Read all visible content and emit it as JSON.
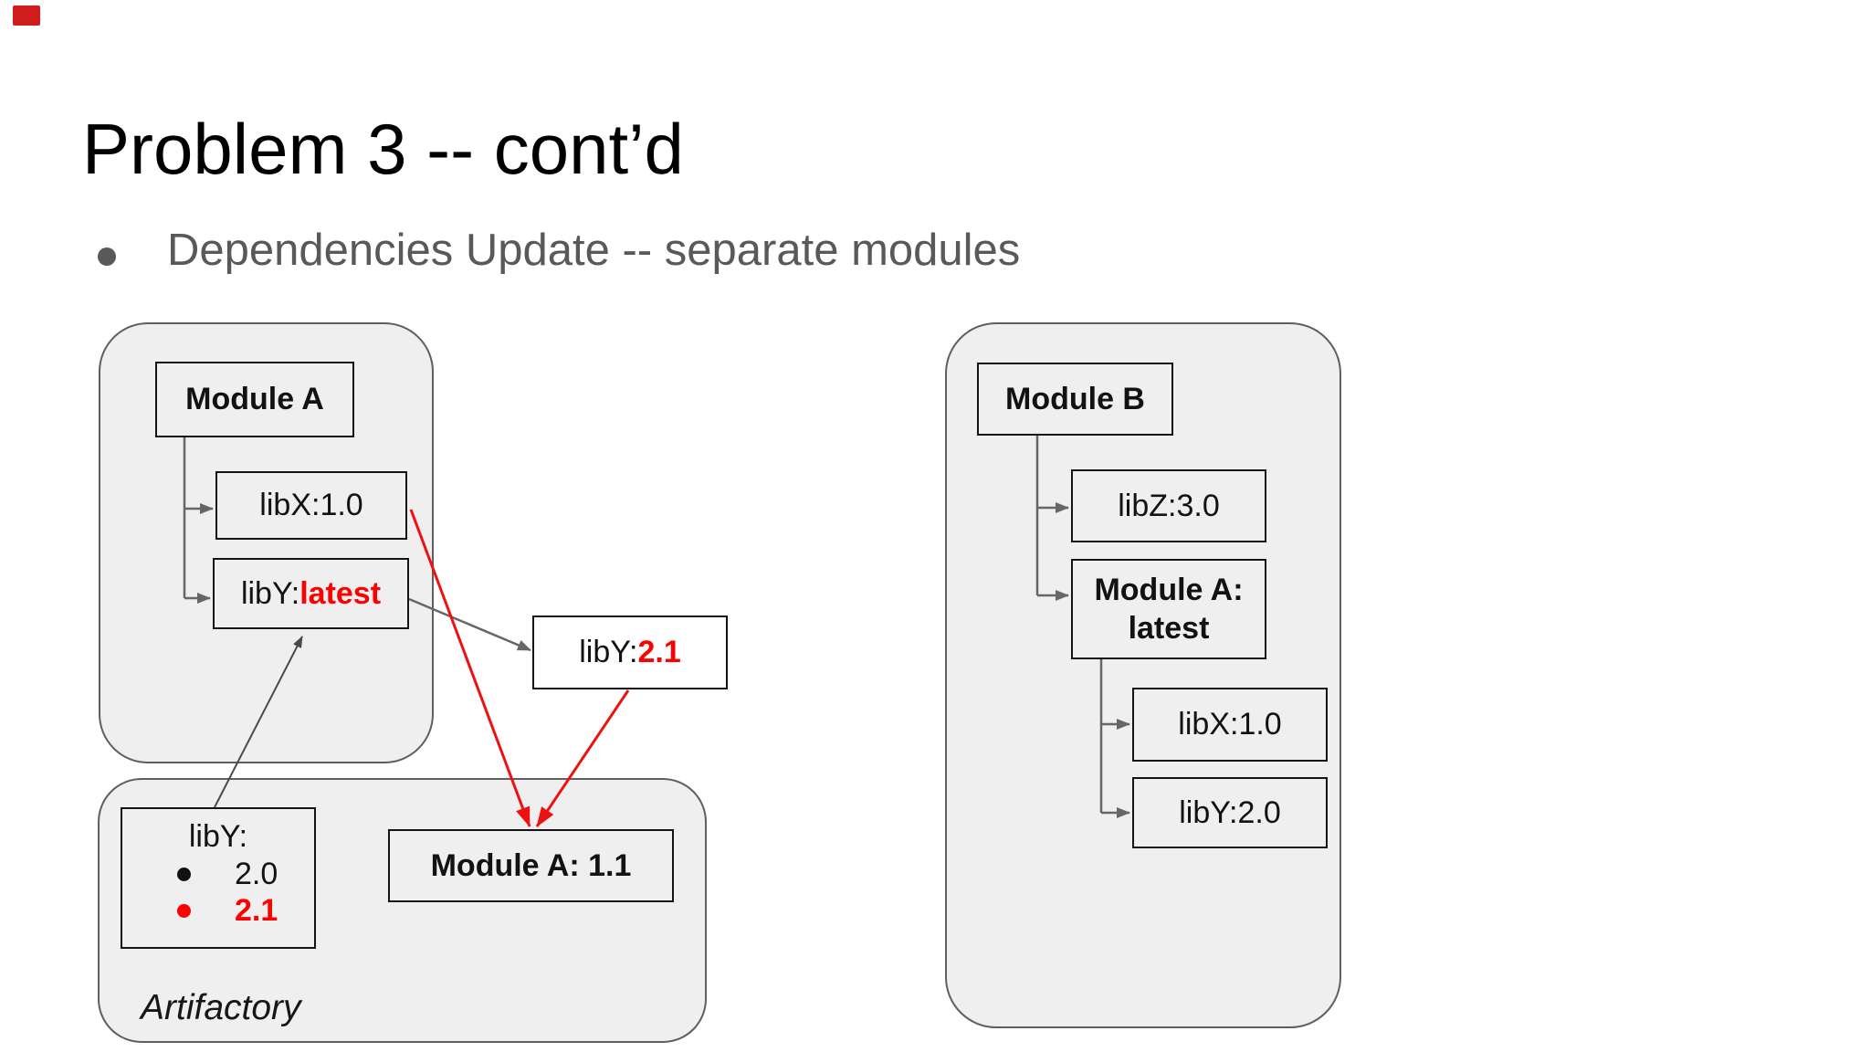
{
  "slide": {
    "title": "Problem 3 -- cont’d",
    "bullet": "Dependencies Update -- separate modules"
  },
  "colors": {
    "highlight_red": "#fe0000",
    "arrow_red": "#ee1111",
    "arrow_gray": "#666666",
    "container_fill": "#efeff0",
    "container_border": "#5f5f5f",
    "box_border": "#141414",
    "bullet_gray": "#595959",
    "corner_marker_red": "#cf1d1d"
  },
  "module_a_group": {
    "module_a": "Module A",
    "libx": "libX:1.0",
    "liby_prefix": "libY:",
    "liby_highlight": "latest"
  },
  "liby_21": {
    "prefix": "libY:",
    "highlight": "2.1"
  },
  "artifactory_group": {
    "label": "Artifactory",
    "liby_title": "libY:",
    "versions": [
      {
        "value": "2.0",
        "highlighted": false
      },
      {
        "value": "2.1",
        "highlighted": true
      }
    ],
    "module_a_11": "Module A: 1.1"
  },
  "module_b_group": {
    "module_b": "Module B",
    "libz": "libZ:3.0",
    "module_a_latest_line1": "Module A:",
    "module_a_latest_line2": "latest",
    "libx": "libX:1.0",
    "liby": "libY:2.0"
  }
}
